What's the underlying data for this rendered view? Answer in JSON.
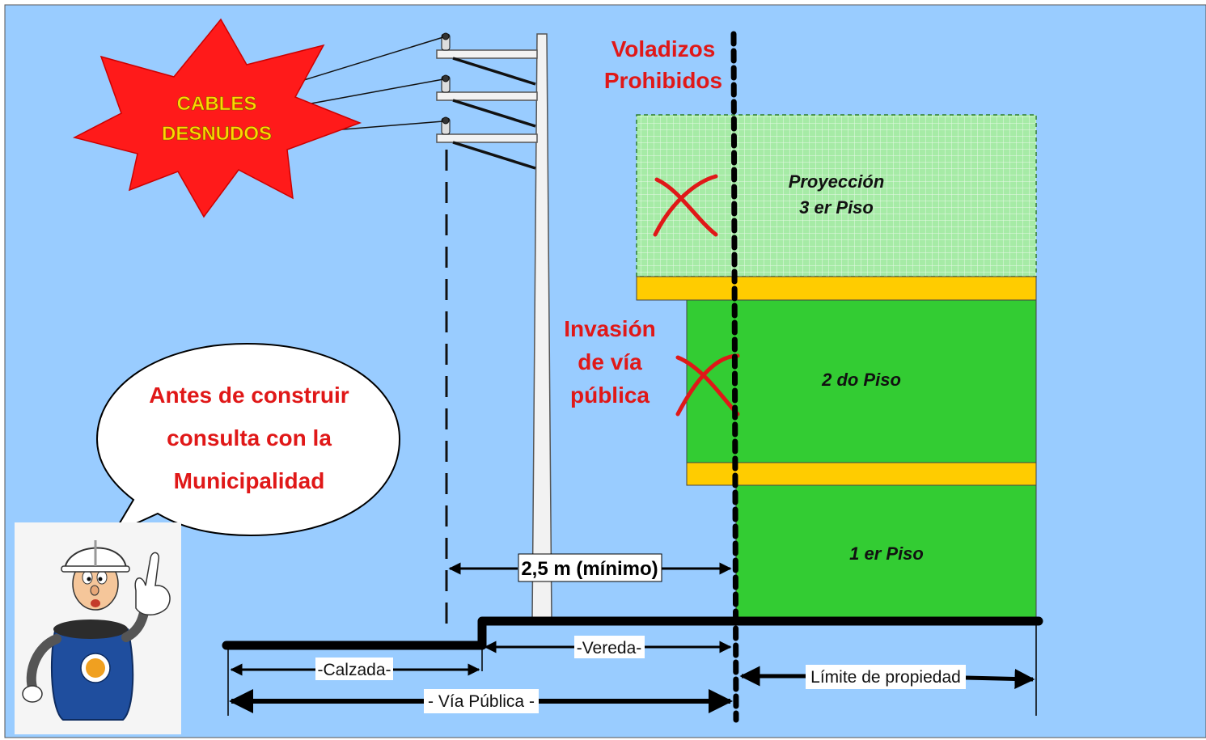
{
  "warning_star": {
    "line1": "CABLES",
    "line2": "DESNUDOS"
  },
  "overhang": {
    "line1": "Voladizos",
    "line2": "Prohibidos"
  },
  "invasion": {
    "line1": "Invasión",
    "line2": "de vía",
    "line3": "pública"
  },
  "floors": {
    "third_line1": "Proyección",
    "third_line2": "3 er Piso",
    "second": "2 do Piso",
    "first": "1 er Piso"
  },
  "speech": {
    "line1": "Antes de construir",
    "line2": "consulta con la",
    "line3": "Municipalidad"
  },
  "dimensions": {
    "min_distance": "2,5 m (mínimo)",
    "vereda": "-Vereda-",
    "calzada": "-Calzada-",
    "via_publica": "- Vía Pública -",
    "limite": "Límite de propiedad"
  },
  "colors": {
    "background": "#99ccff",
    "star": "#ff1a1a",
    "star_text": "#ffd700",
    "building": "#33cc33",
    "slab": "#ffcc00",
    "projection": "#99e699",
    "warning_text": "#e01818"
  }
}
